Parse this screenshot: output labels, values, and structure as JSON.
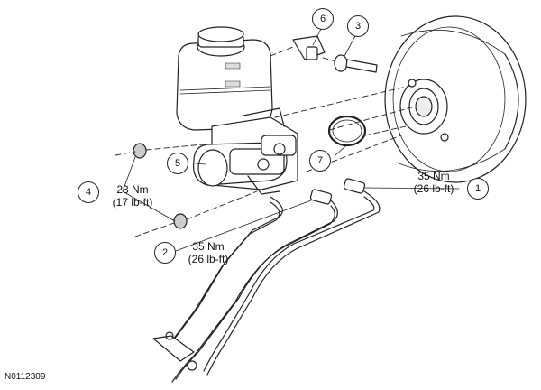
{
  "figure_id": "N0112309",
  "callouts": [
    {
      "number": "1",
      "torque_nm": "35 Nm",
      "torque_lbft": "(26 lb-ft)"
    },
    {
      "number": "2",
      "torque_nm": "35 Nm",
      "torque_lbft": "(26 lb-ft)"
    },
    {
      "number": "3"
    },
    {
      "number": "4",
      "torque_nm": "23 Nm",
      "torque_lbft": "(17 lb-ft)"
    },
    {
      "number": "5"
    },
    {
      "number": "6"
    },
    {
      "number": "7"
    }
  ],
  "colors": {
    "line": "#222222",
    "background": "#ffffff"
  }
}
